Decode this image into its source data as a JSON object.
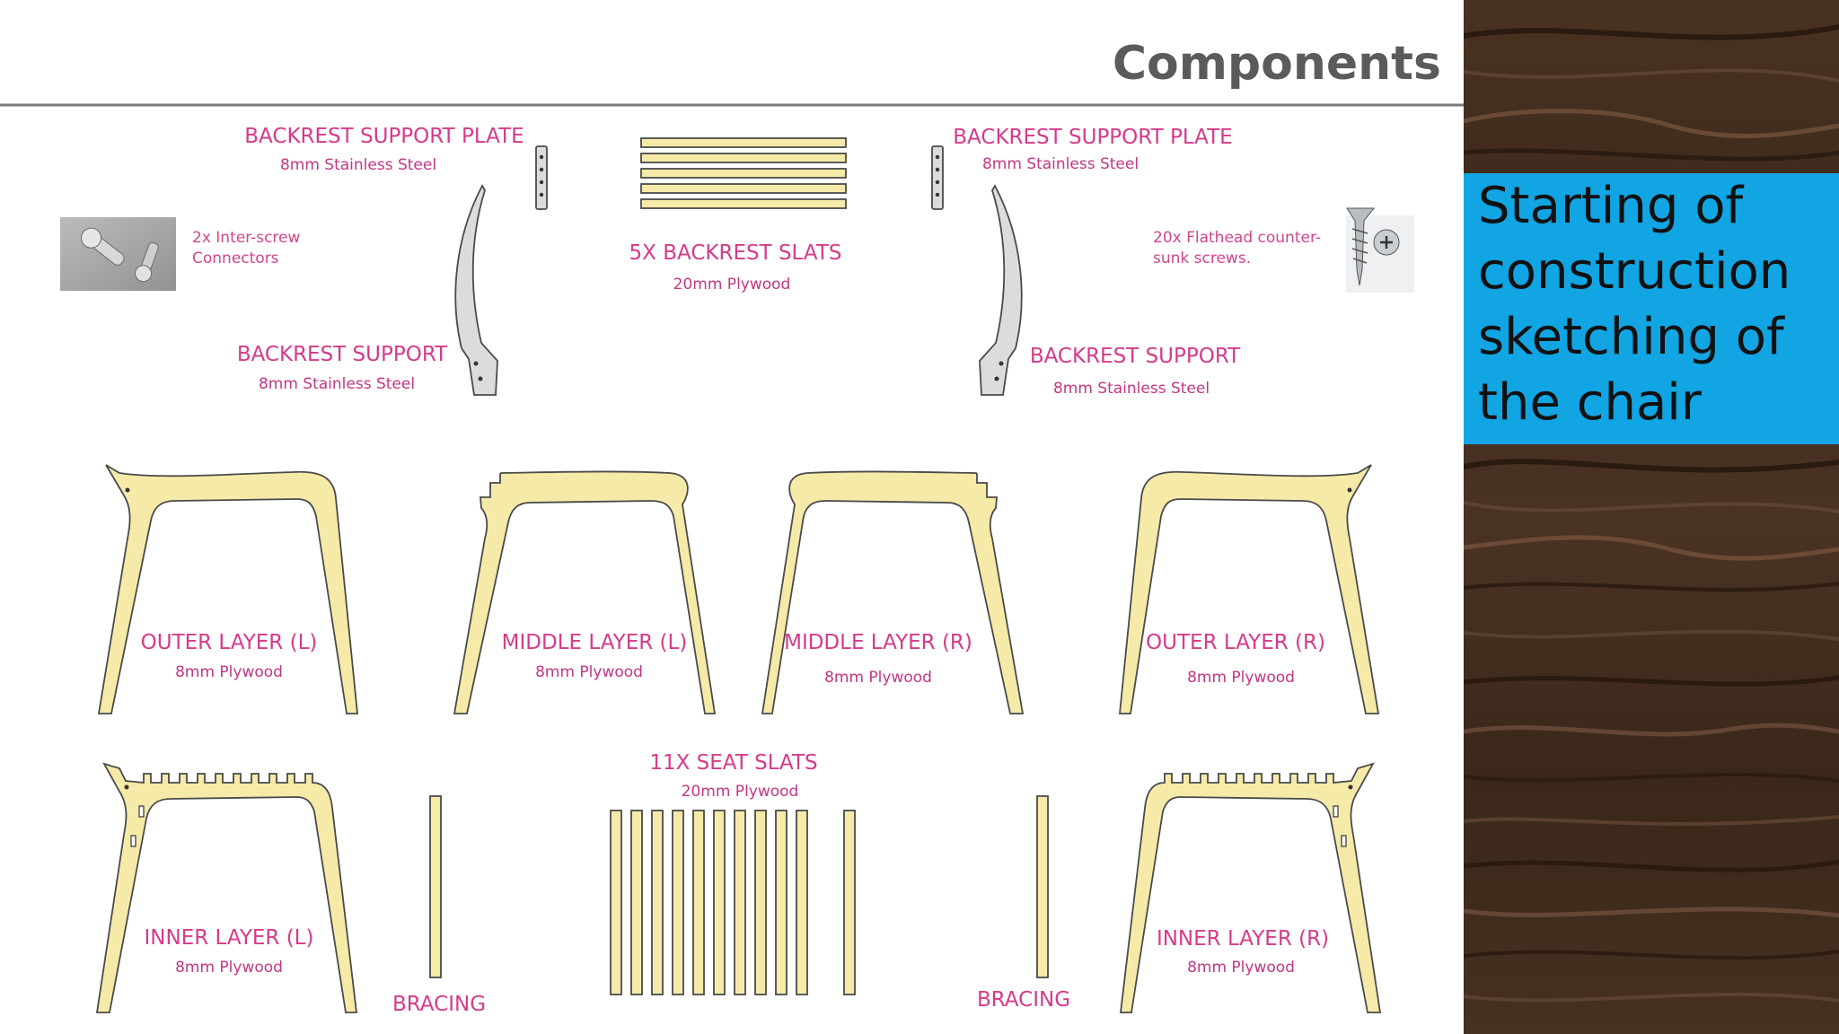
{
  "slide": {
    "title": "Components",
    "caption": "Starting of construction sketching of the chair",
    "colors": {
      "caption_bg": "#12a5e3",
      "label_pink": "#d63a8a",
      "plywood": "#f6eaa8",
      "steel": "#dcdcdc"
    }
  },
  "labels": {
    "backrest_plate_left": "BACKREST SUPPORT PLATE",
    "backrest_plate_left_sub": "8mm Stainless Steel",
    "backrest_plate_right": "BACKREST SUPPORT PLATE",
    "backrest_plate_right_sub": "8mm Stainless Steel",
    "connectors_line1": "2x Inter-screw",
    "connectors_line2": "Connectors",
    "backrest_slats": "5X BACKREST SLATS",
    "backrest_slats_sub": "20mm Plywood",
    "screws_line1": "20x Flathead counter-",
    "screws_line2": "sunk screws.",
    "backrest_support_left": "BACKREST SUPPORT",
    "backrest_support_left_sub": "8mm Stainless Steel",
    "backrest_support_right": "BACKREST SUPPORT",
    "backrest_support_right_sub": "8mm Stainless Steel",
    "outer_left": "OUTER LAYER (L)",
    "outer_left_sub": "8mm Plywood",
    "middle_left": "MIDDLE LAYER (L)",
    "middle_left_sub": "8mm Plywood",
    "middle_right": "MIDDLE LAYER (R)",
    "middle_right_sub": "8mm Plywood",
    "outer_right": "OUTER LAYER (R)",
    "outer_right_sub": "8mm Plywood",
    "seat_slats": "11X SEAT SLATS",
    "seat_slats_sub": "20mm Plywood",
    "inner_left": "INNER LAYER (L)",
    "inner_left_sub": "8mm Plywood",
    "inner_right": "INNER LAYER (R)",
    "inner_right_sub": "8mm Plywood",
    "bracing_left": "BRACING",
    "bracing_right": "BRACING"
  },
  "icons": [
    "connector-bolts-photo-icon",
    "countersunk-screw-photo-icon"
  ]
}
